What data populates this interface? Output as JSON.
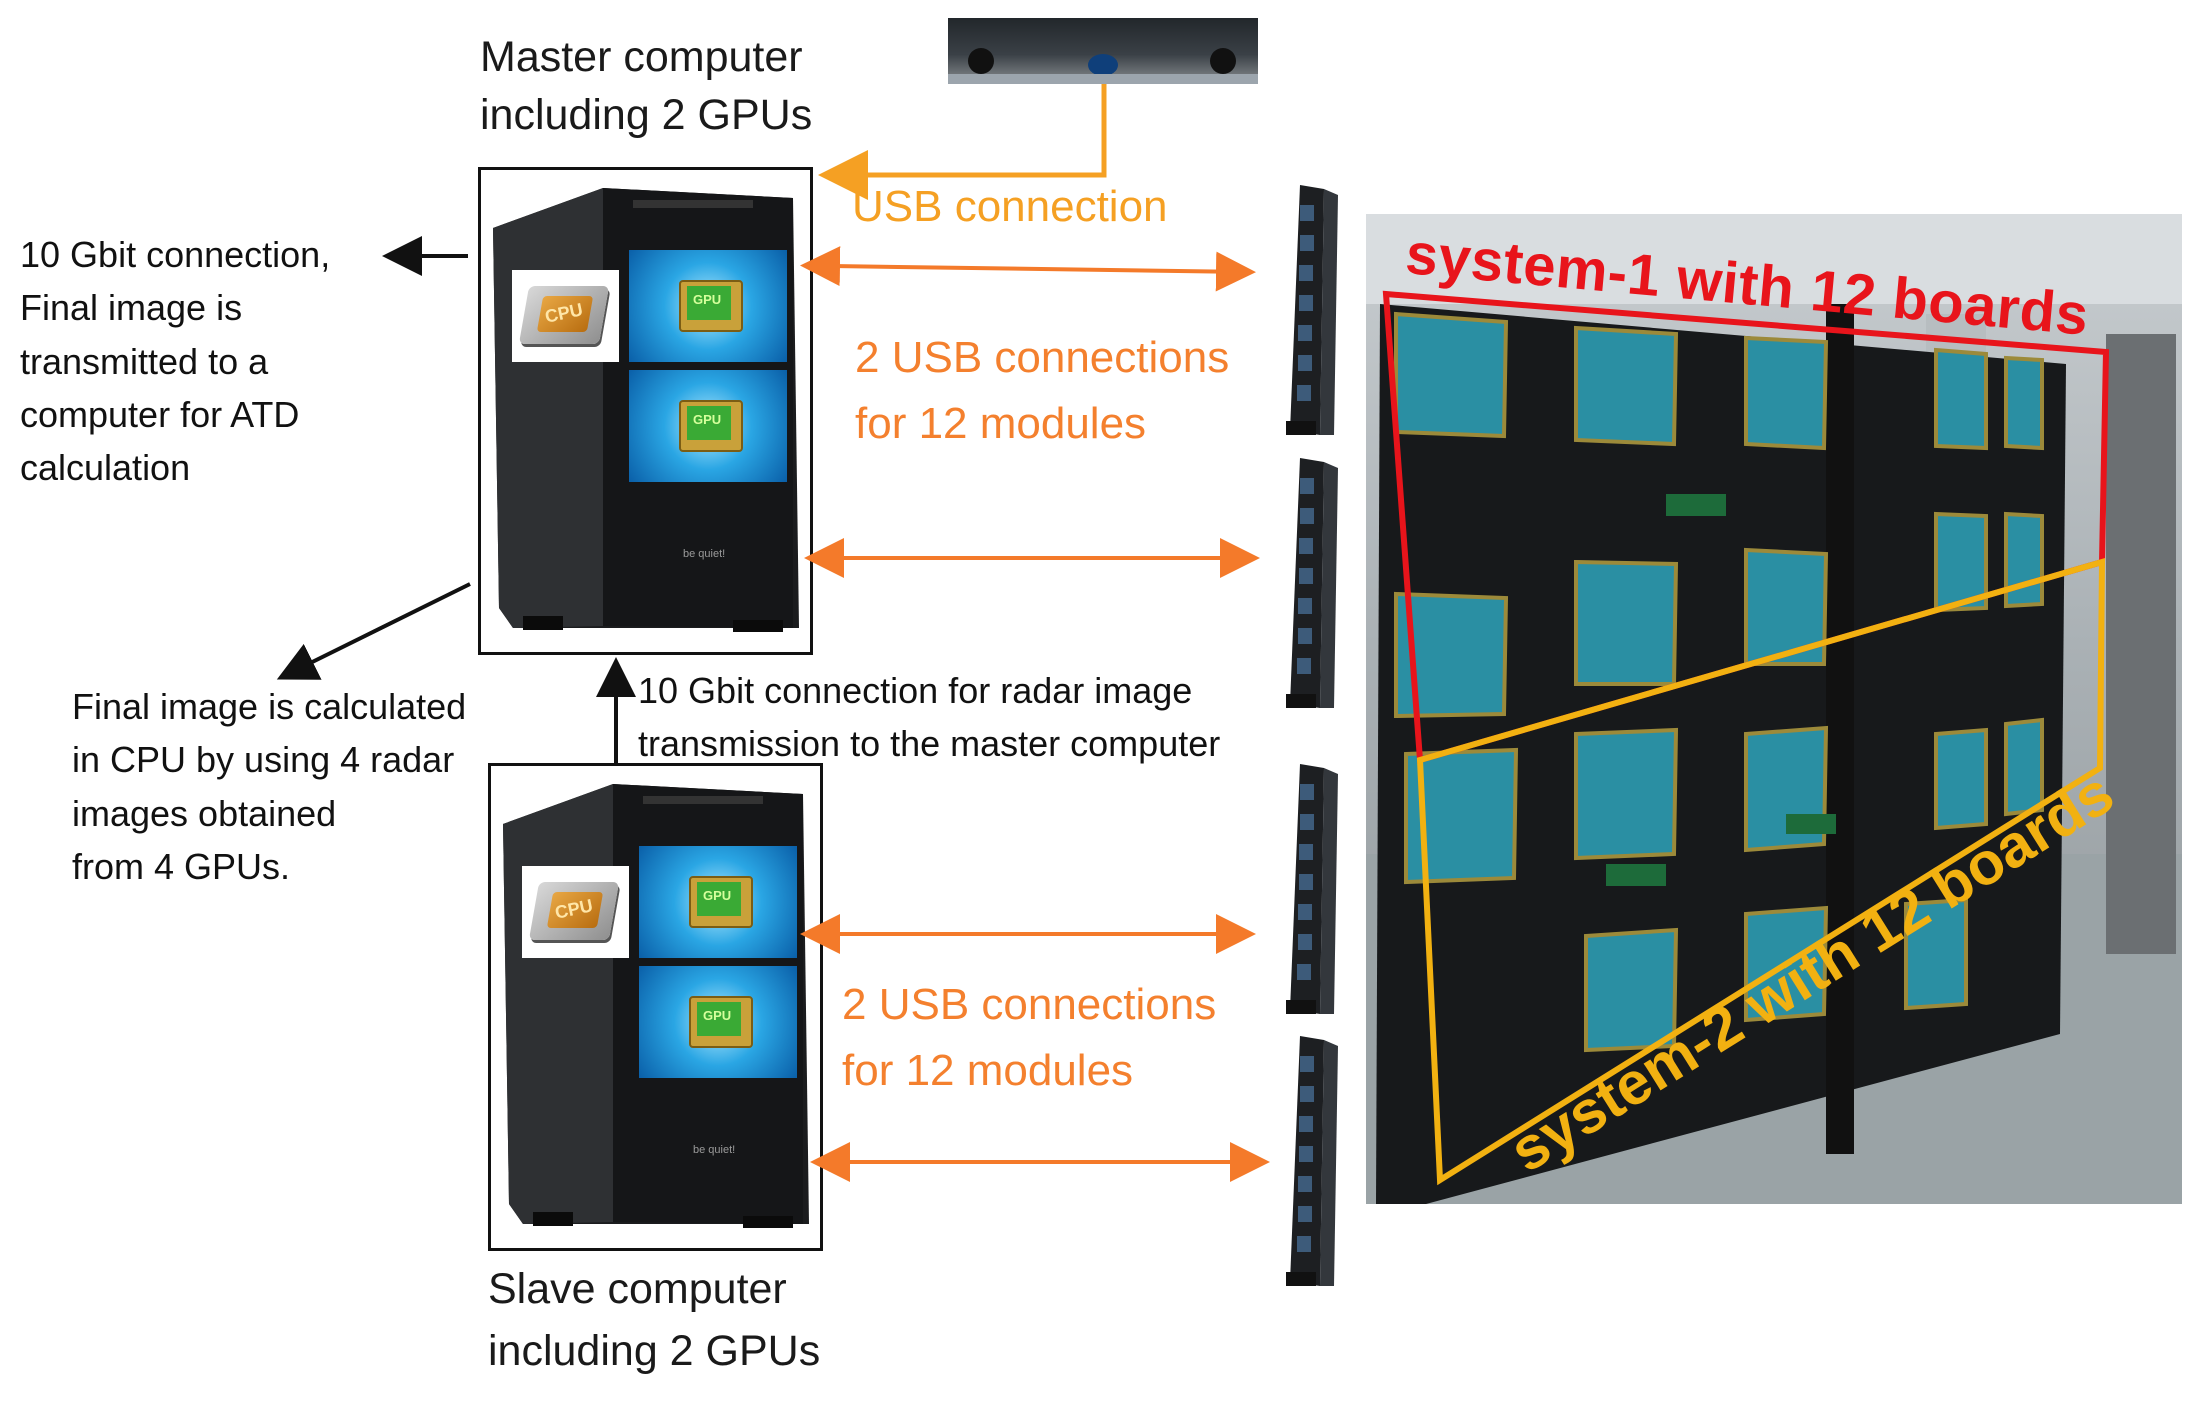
{
  "master": {
    "caption_line1": "Master computer",
    "caption_line2": "including 2 GPUs"
  },
  "slave": {
    "caption_line1": "Slave computer",
    "caption_line2": "including 2 GPUs"
  },
  "chip_labels": {
    "cpu": "CPU",
    "gpu": "GPU",
    "case_brand": "be quiet!"
  },
  "left_notes": {
    "atd": [
      "10 Gbit connection,",
      "Final image is",
      "transmitted to a",
      "computer for ATD",
      "calculation"
    ],
    "final": [
      "Final image is calculated",
      "in CPU by using 4 radar",
      "images obtained",
      "from 4 GPUs."
    ]
  },
  "links": {
    "usb_camera": "USB connection",
    "master_usb": [
      "2 USB connections",
      "for 12 modules"
    ],
    "slave_usb": [
      "2 USB connections",
      "for 12 modules"
    ],
    "gbit_radar": [
      "10 Gbit connection for radar image",
      "transmission to the master computer"
    ]
  },
  "photo_labels": {
    "system1": "system-1 with 12 boards",
    "system2": "system-2 with 12 boards"
  },
  "colors": {
    "orange_arrow": "#f47a2a",
    "usb_gold": "#f5a023",
    "system1_red": "#e8141b",
    "system2_yellow": "#f2b111",
    "gpu_blue": "#1da0de",
    "board_teal": "#2a8fa3",
    "hub_black": "#1d1f22"
  }
}
